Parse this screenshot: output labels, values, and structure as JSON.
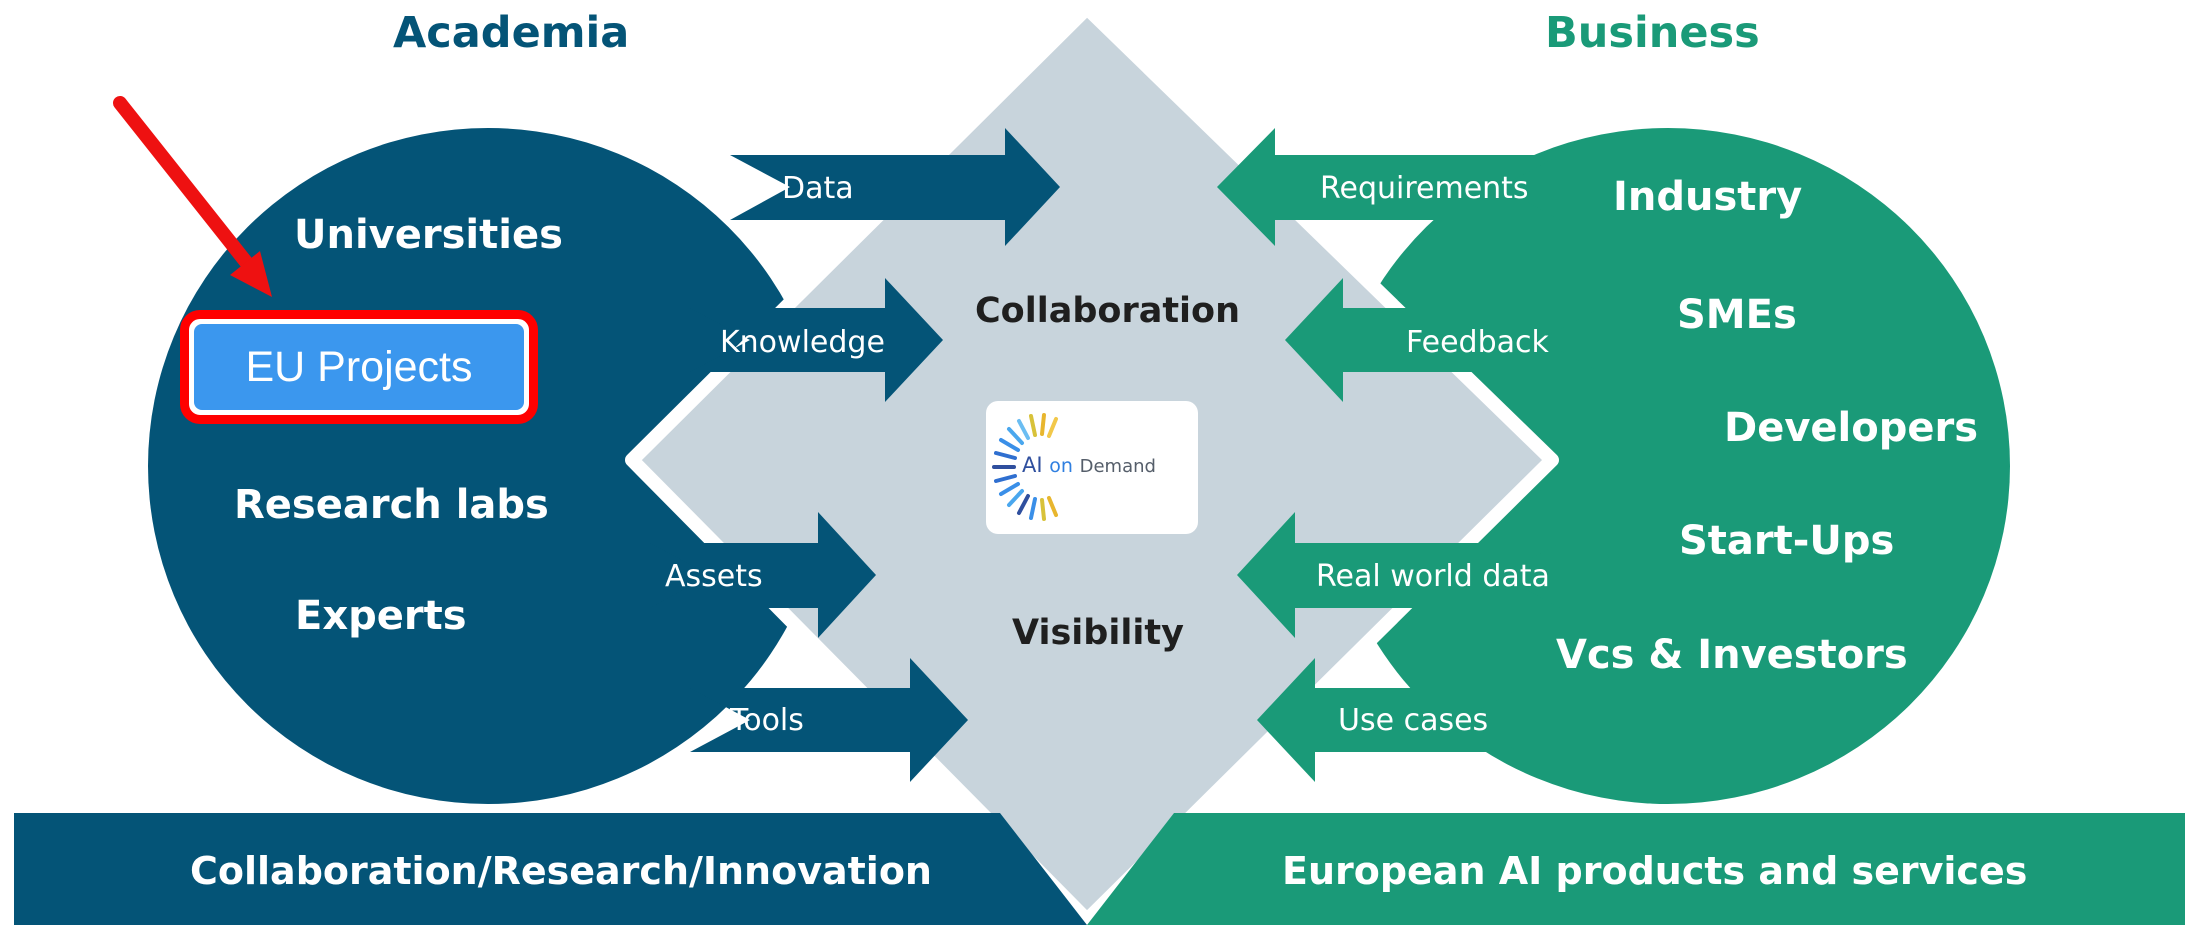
{
  "headings": {
    "academia": "Academia",
    "business": "Business"
  },
  "academia_items": [
    "Universities",
    "EU Projects",
    "Research labs",
    "Experts"
  ],
  "business_items": [
    "Industry",
    "SMEs",
    "Developers",
    "Start-Ups",
    "Vcs & Investors"
  ],
  "academia_flows": [
    "Data",
    "Knowledge",
    "Assets",
    "Tools"
  ],
  "business_flows": [
    "Requirements",
    "Feedback",
    "Real world data",
    "Use cases"
  ],
  "center": {
    "top": "Collaboration",
    "bottom": "Visibility"
  },
  "logo": {
    "ai": "AI",
    "on": "on",
    "demand": "Demand"
  },
  "footer": {
    "left": "Collaboration/Research/Innovation",
    "right": "European AI products and services"
  },
  "colors": {
    "academia": "#045477",
    "business": "#1a9a78",
    "diamond": "#c8d4dc",
    "highlight_border": "#ff0000",
    "highlight_fill": "#3b97ee",
    "annotation_arrow": "#ee1111"
  }
}
